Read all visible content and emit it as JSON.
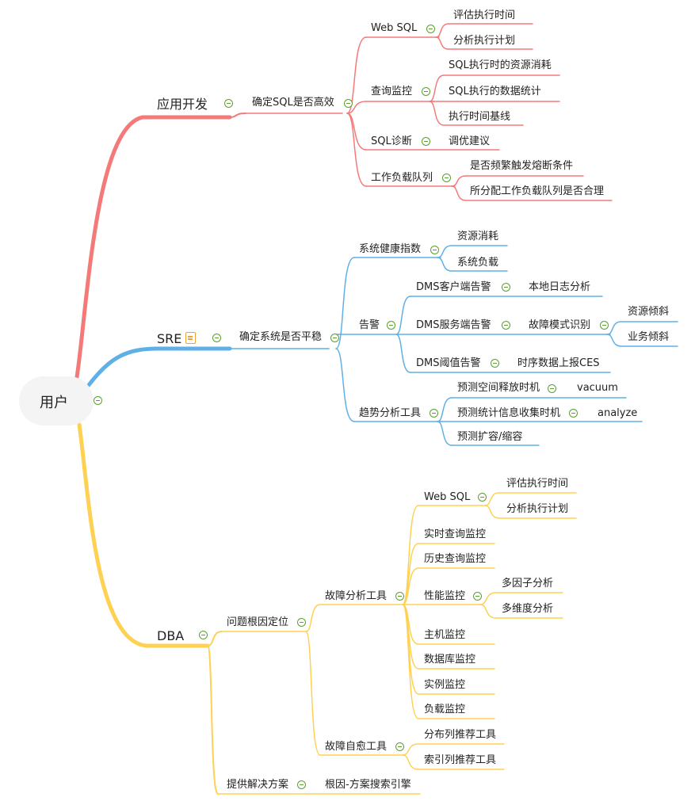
{
  "root": {
    "label": "用户"
  },
  "branches": {
    "dev": {
      "label": "应用开发",
      "color": "#f47a7a",
      "node": "确定SQL是否高效",
      "websql": {
        "label": "Web SQL",
        "items": [
          "评估执行时间",
          "分析执行计划"
        ]
      },
      "query_monitor": {
        "label": "查询监控",
        "items": [
          "SQL执行时的资源消耗",
          "SQL执行的数据统计",
          "执行时间基线"
        ]
      },
      "sql_diag": {
        "label": "SQL诊断",
        "item": "调优建议"
      },
      "workload": {
        "label": "工作负载队列",
        "items": [
          "是否频繁触发熔断条件",
          "所分配工作负载队列是否合理"
        ]
      }
    },
    "sre": {
      "label": "SRE",
      "color": "#5fb0e6",
      "note_icon": "note-icon",
      "node": "确定系统是否平稳",
      "health": {
        "label": "系统健康指数",
        "items": [
          "资源消耗",
          "系统负载"
        ]
      },
      "alarm": {
        "label": "告警",
        "client": {
          "label": "DMS客户端告警",
          "item": "本地日志分析"
        },
        "server": {
          "label": "DMS服务端告警",
          "fault": "故障模式识别",
          "items": [
            "资源倾斜",
            "业务倾斜"
          ]
        },
        "threshold": {
          "label": "DMS阈值告警",
          "item": "时序数据上报CES"
        }
      },
      "trend": {
        "label": "趋势分析工具",
        "space": {
          "label": "预测空间释放时机",
          "item": "vacuum"
        },
        "stats": {
          "label": "预测统计信息收集时机",
          "item": "analyze"
        },
        "scale": {
          "label": "预测扩容/缩容"
        }
      }
    },
    "dba": {
      "label": "DBA",
      "color": "#ffd152",
      "rootcause": {
        "label": "问题根因定位"
      },
      "fault_tool": {
        "label": "故障分析工具"
      },
      "websql": {
        "label": "Web SQL",
        "items": [
          "评估执行时间",
          "分析执行计划"
        ]
      },
      "realtime": "实时查询监控",
      "history": "历史查询监控",
      "perf": {
        "label": "性能监控",
        "items": [
          "多因子分析",
          "多维度分析"
        ]
      },
      "others": [
        "主机监控",
        "数据库监控",
        "实例监控",
        "负载监控"
      ],
      "selfheal": {
        "label": "故障自愈工具",
        "items": [
          "分布列推荐工具",
          "索引列推荐工具"
        ]
      },
      "solution": {
        "label": "提供解决方案",
        "item": "根因-方案搜索引擎"
      }
    }
  }
}
